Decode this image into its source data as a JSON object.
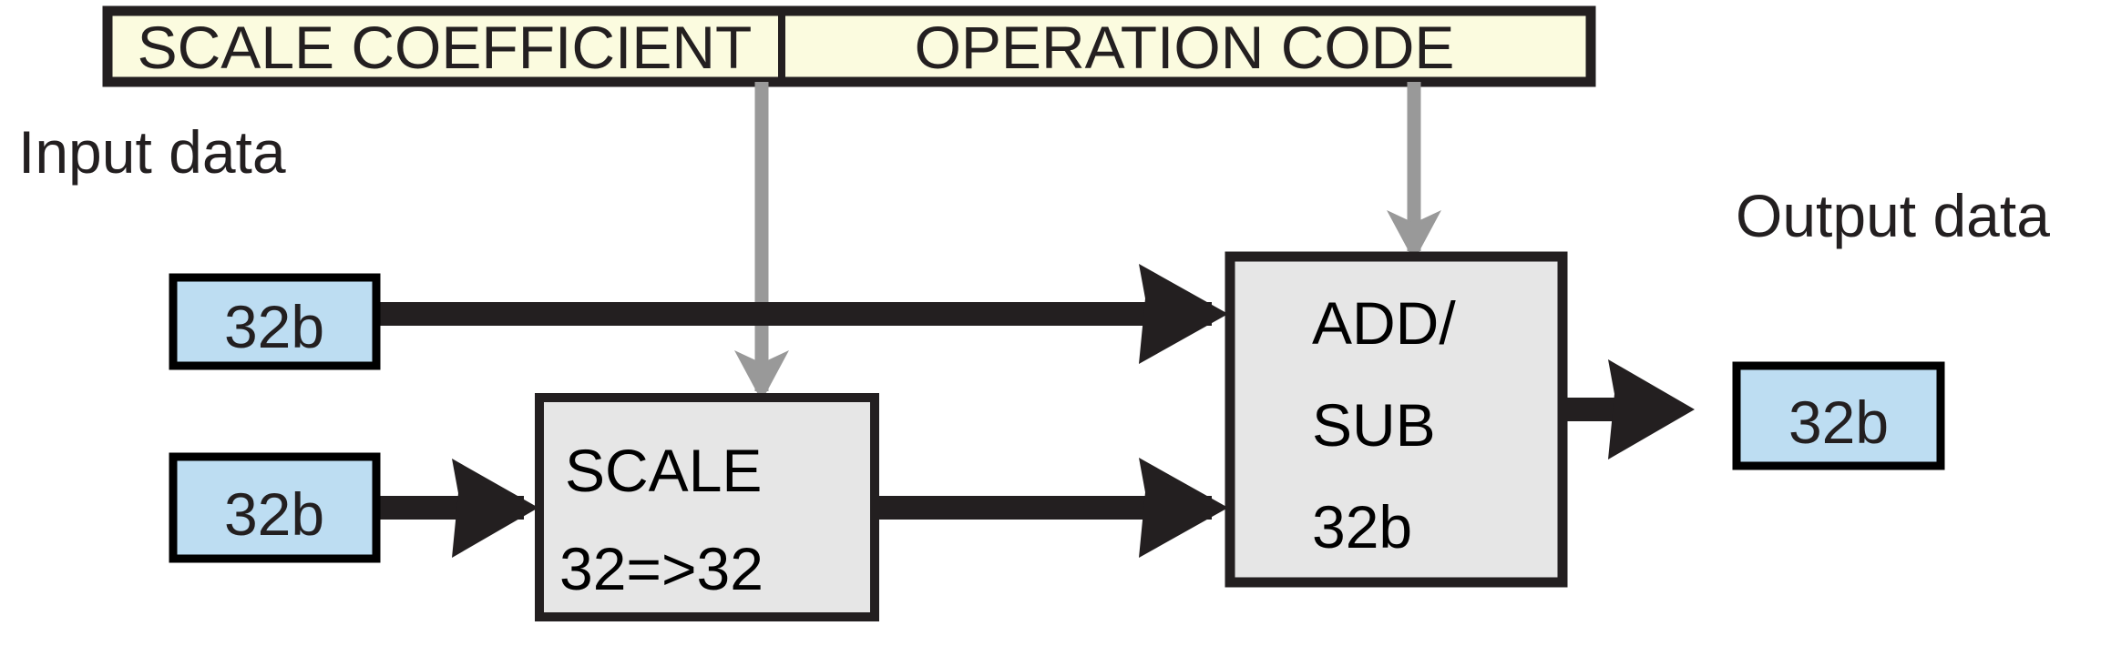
{
  "diagram": {
    "title": "Scale and Add/Sub datapath block diagram",
    "colors": {
      "control_field_fill": "#fbfbdf",
      "data_word_fill": "#bdddf2",
      "unit_fill": "#e6e6e6",
      "stroke": "#231f20",
      "control_arrow": "#999999",
      "background": "#ffffff"
    },
    "control_word": {
      "fields": [
        {
          "name": "scale-coefficient-field",
          "label": "SCALE COEFFICIENT"
        },
        {
          "name": "operation-code-field",
          "label": "OPERATION CODE"
        }
      ]
    },
    "labels": {
      "input": "Input data",
      "output": "Output data"
    },
    "data_words": {
      "input_upper": "32b",
      "input_lower": "32b",
      "output": "32b"
    },
    "units": [
      {
        "name": "scale-unit",
        "lines": [
          "SCALE",
          "32=>32"
        ]
      },
      {
        "name": "addsub-unit",
        "lines": [
          "ADD/",
          "SUB",
          "32b"
        ]
      }
    ],
    "connections": [
      {
        "name": "input-upper-to-addsub",
        "kind": "data-bus"
      },
      {
        "name": "input-lower-to-scale",
        "kind": "data-bus"
      },
      {
        "name": "scale-to-addsub",
        "kind": "data-bus"
      },
      {
        "name": "addsub-to-output",
        "kind": "data-bus"
      },
      {
        "name": "scale-coefficient-to-scale-unit",
        "kind": "control"
      },
      {
        "name": "operation-code-to-addsub-unit",
        "kind": "control"
      }
    ]
  }
}
